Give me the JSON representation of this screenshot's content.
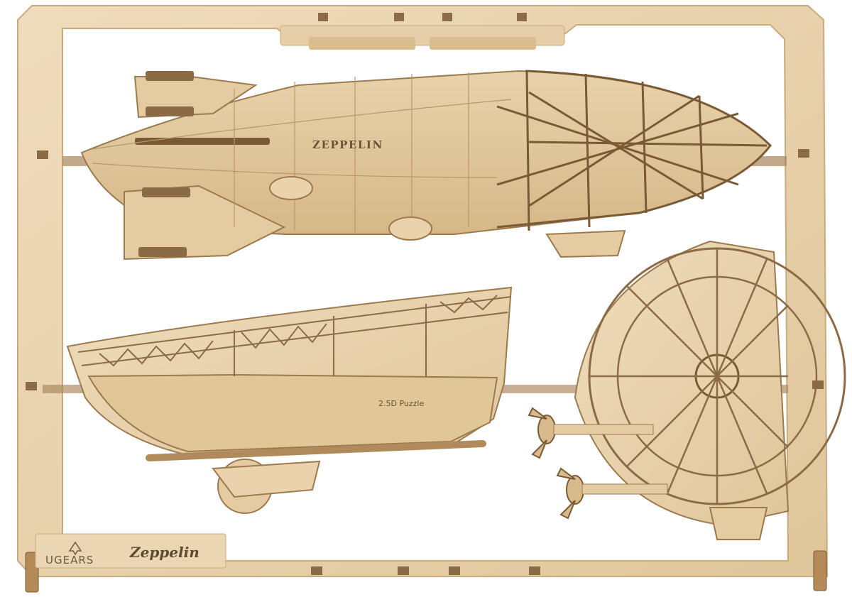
{
  "photo": {
    "brand_label": "UGEARS",
    "model_label": "Zeppelin",
    "hull_engraving": "ZEPPELIN",
    "gondola_engraving": "2.5D Puzzle"
  },
  "colors": {
    "plywood": "#e6cfa8",
    "plywood_light": "#efdcbc",
    "plywood_edge": "#c9ab7e",
    "burnt_edge": "#7a5a36",
    "engraving": "#6e5a3e",
    "background": "#ffffff"
  }
}
